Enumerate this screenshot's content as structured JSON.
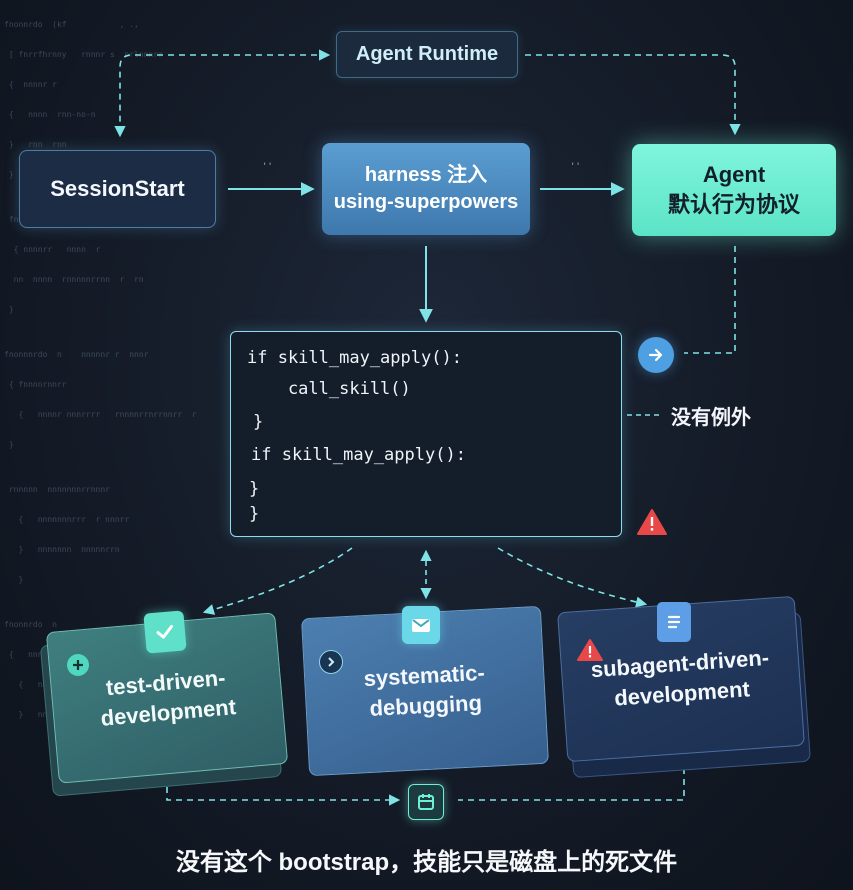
{
  "nodes": {
    "runtime": "Agent Runtime",
    "session_start": "SessionStart",
    "harness_line1": "harness 注入",
    "harness_line2": "using-superpowers",
    "agent_line1": "Agent",
    "agent_line2": "默认行为协议"
  },
  "code": {
    "lines": [
      "if skill_may_apply():",
      "    call_skill()",
      "}",
      "if skill_may_apply():",
      "}",
      "}"
    ]
  },
  "side_label": "没有例外",
  "skills": [
    {
      "line1": "test-driven-",
      "line2": "development"
    },
    {
      "line1": "systematic-",
      "line2": "debugging"
    },
    {
      "line1": "subagent-driven-",
      "line2": "development"
    }
  ],
  "footer": "没有这个 bootstrap，技能只是磁盘上的死文件",
  "colors": {
    "background": "#141b27",
    "accent_cyan": "#7ff5dc",
    "accent_blue": "#5b9ed2",
    "connector": "#7fe3e6",
    "warning": "#e84848"
  },
  "icons": [
    "check-icon",
    "plus-icon",
    "chevron-right-icon",
    "mail-icon",
    "document-icon",
    "warning-icon",
    "arrow-right-icon",
    "calendar-icon"
  ]
}
